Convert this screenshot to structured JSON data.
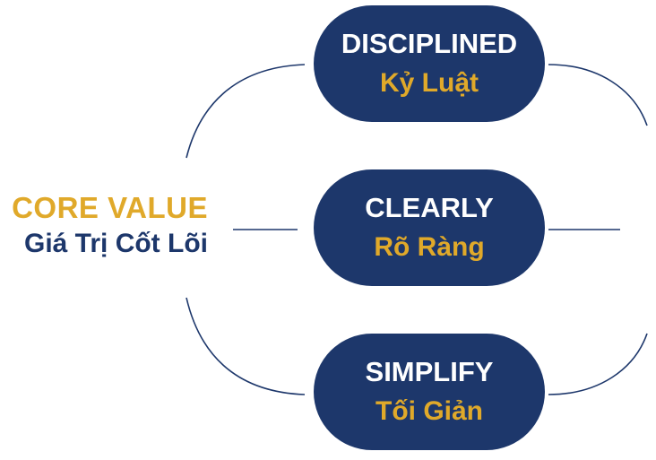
{
  "colors": {
    "navy": "#1d376b",
    "gold": "#e0a92a",
    "white": "#ffffff",
    "line": "#1d376b"
  },
  "center": {
    "title_en": "CORE VALUE",
    "title_vi": "Giá Trị Cốt Lõi"
  },
  "values": [
    {
      "en": "DISCIPLINED",
      "vi": "Kỷ Luật"
    },
    {
      "en": "CLEARLY",
      "vi": "Rõ Ràng"
    },
    {
      "en": "SIMPLIFY",
      "vi": "Tối Giản"
    }
  ]
}
